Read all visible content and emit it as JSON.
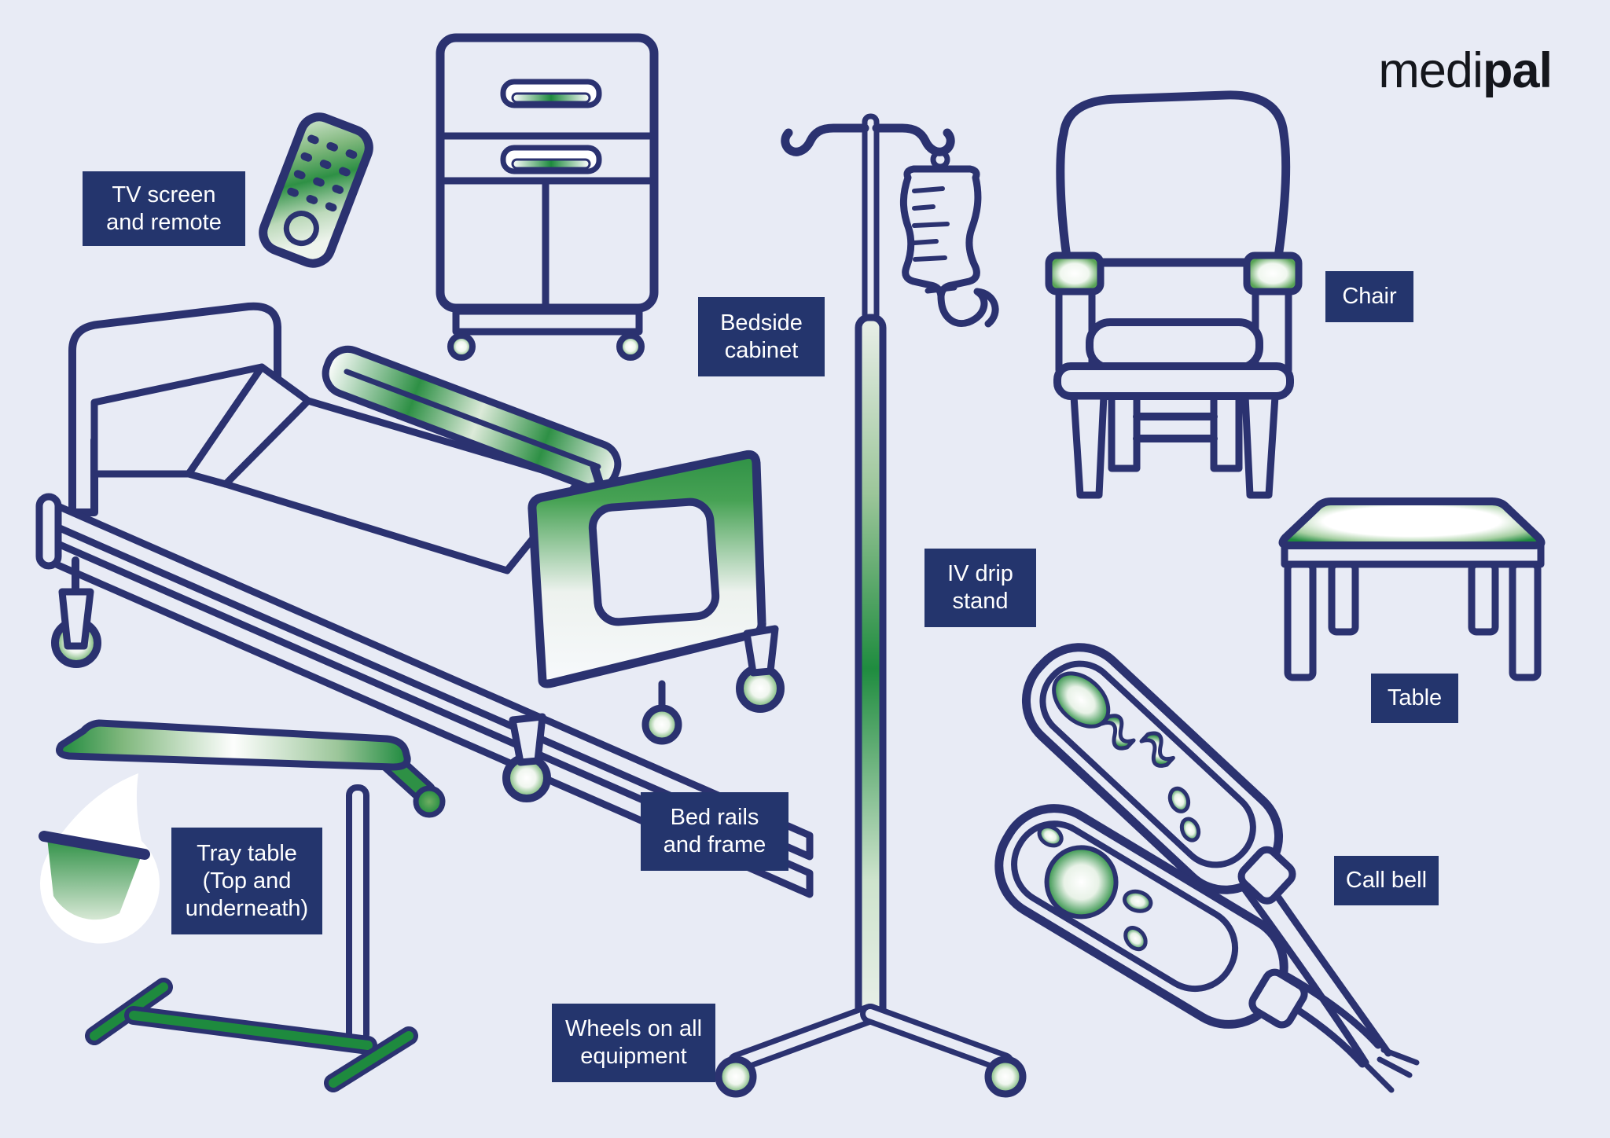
{
  "page": {
    "background_color": "#e8ebf5"
  },
  "logo": {
    "text_regular": "medi",
    "text_bold": "pal",
    "color": "#14161c"
  },
  "palette": {
    "outline_navy": "#2b3270",
    "label_background": "#24356d",
    "label_text": "#ffffff",
    "accent_green": "#2e9045",
    "accent_green_dark": "#1e8a3e"
  },
  "labels": {
    "tv": "TV screen\nand remote",
    "bedside_cabinet": "Bedside\ncabinet",
    "chair": "Chair",
    "iv_drip_stand": "IV drip\nstand",
    "table": "Table",
    "tray_table": "Tray table\n(Top and\nunderneath)",
    "bed_rails": "Bed rails\nand frame",
    "wheels": "Wheels on all\nequipment",
    "call_bell": "Call bell"
  }
}
